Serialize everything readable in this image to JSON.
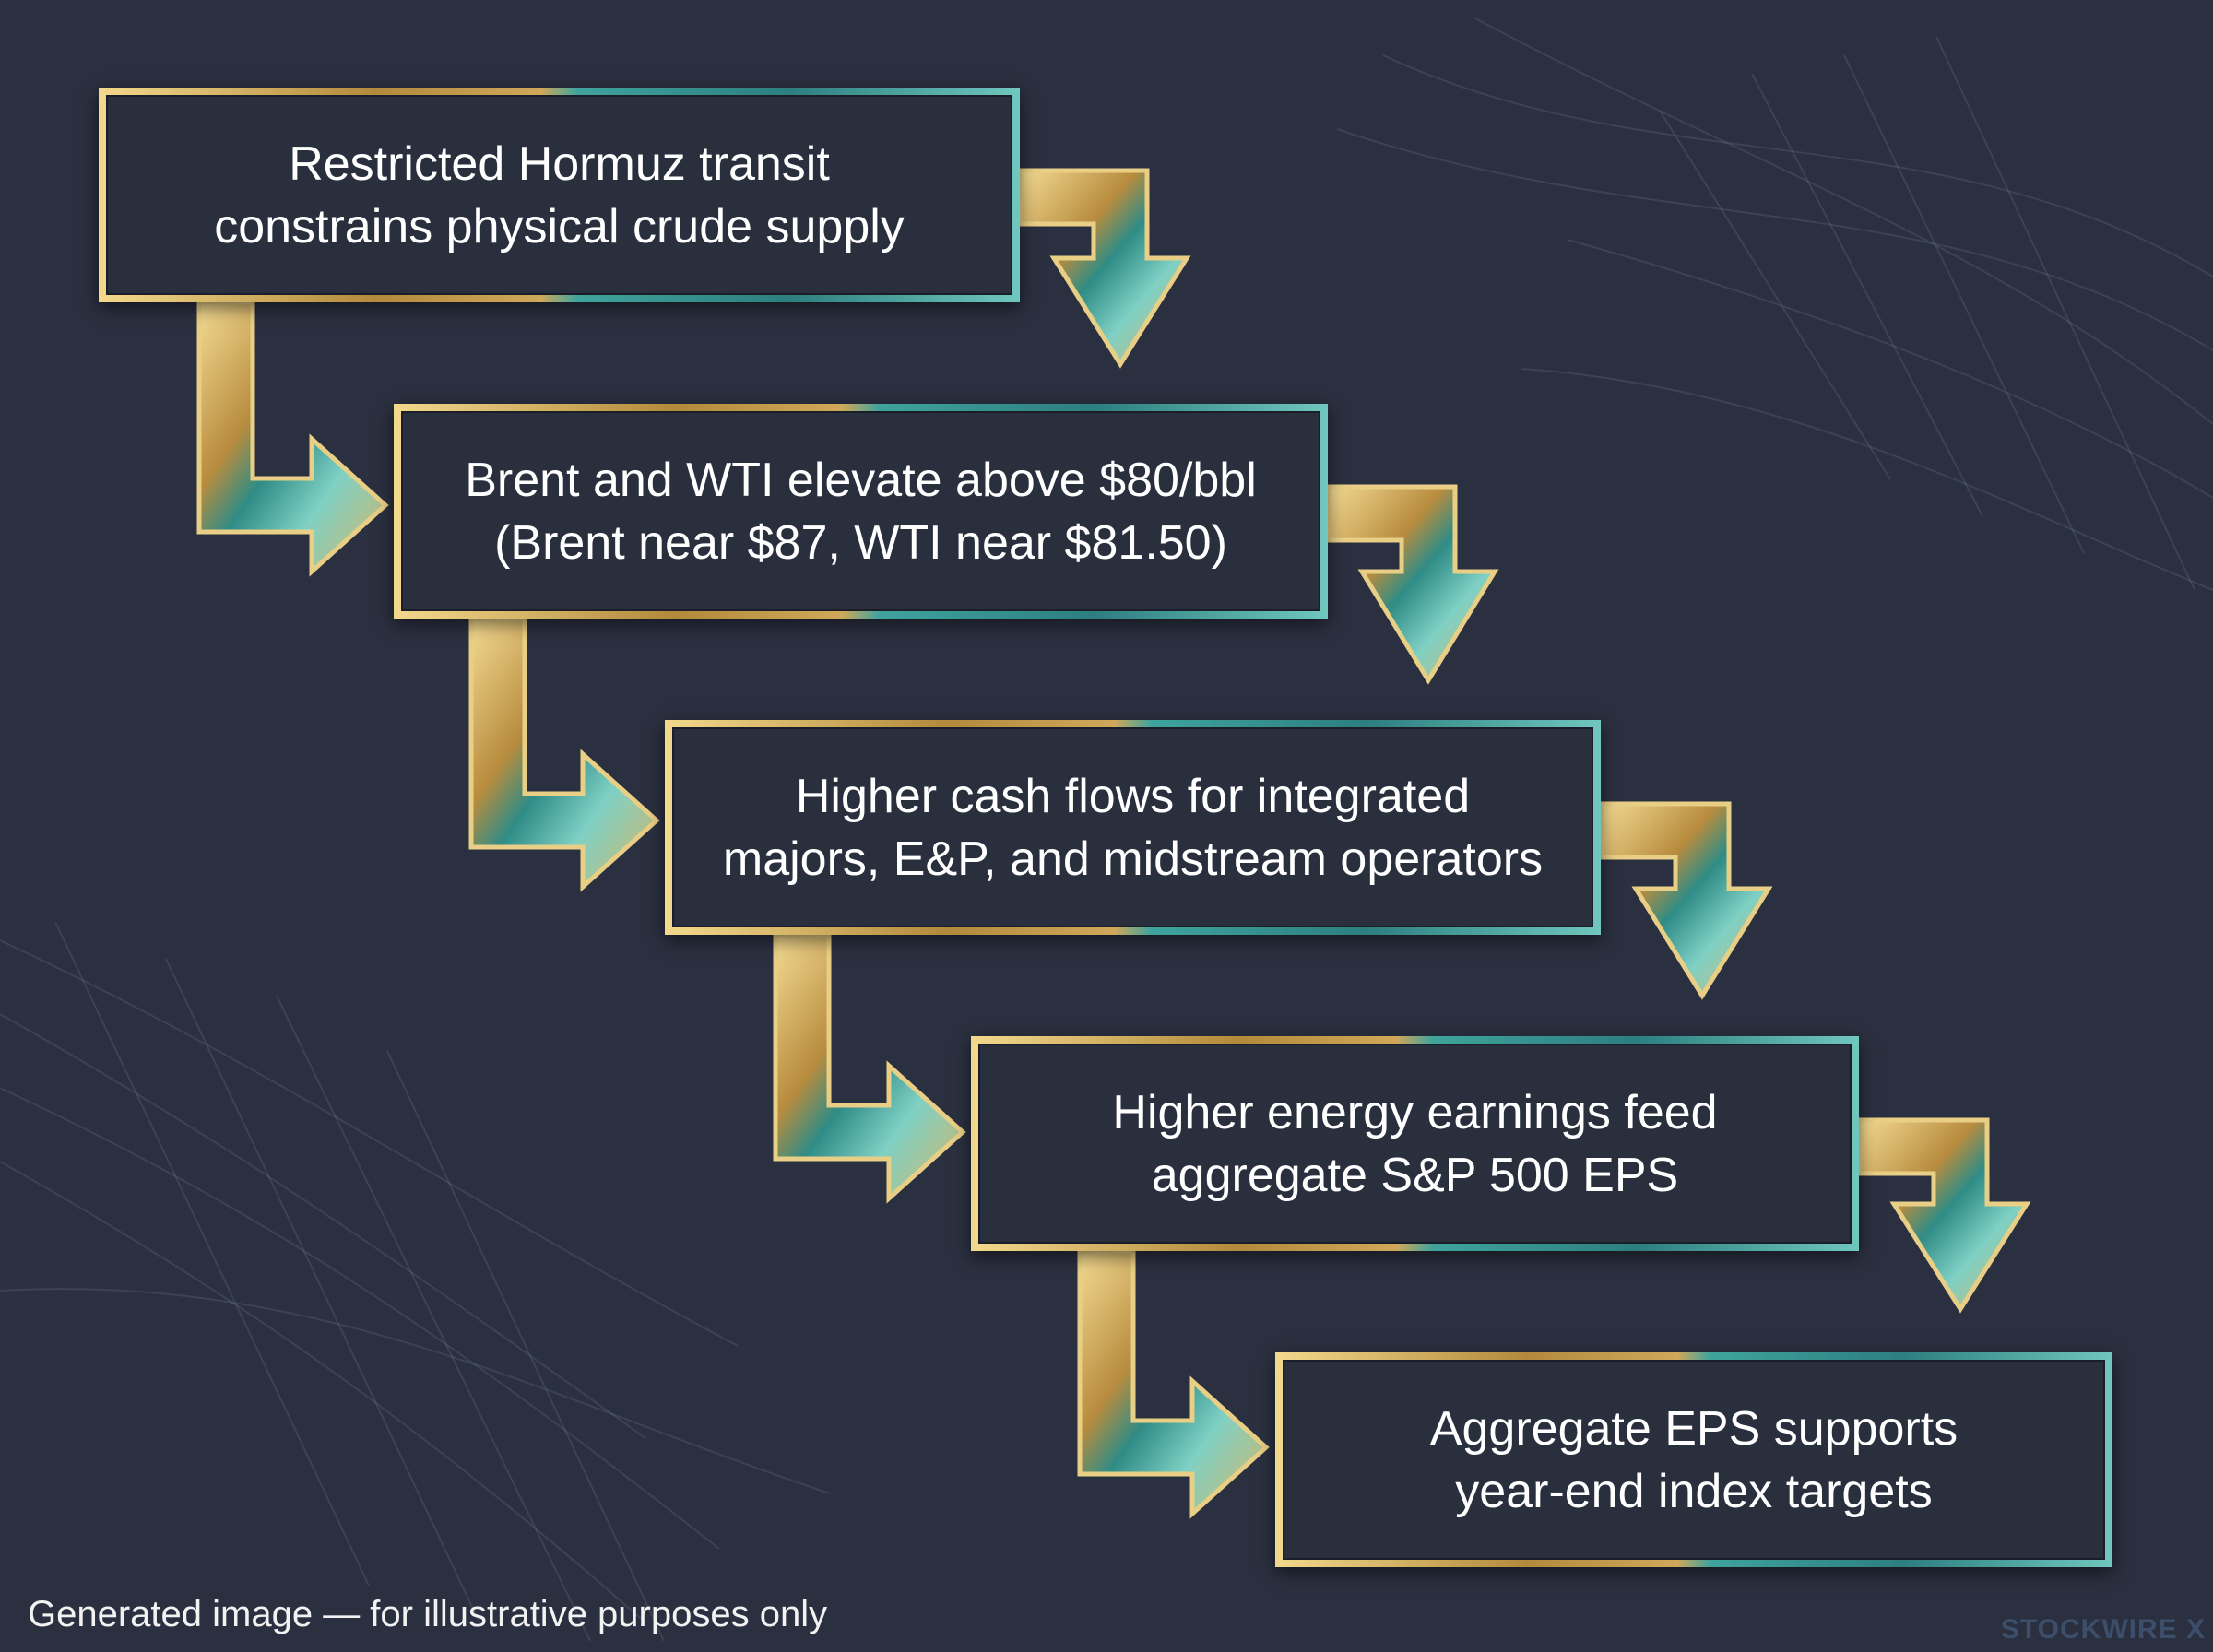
{
  "steps": [
    {
      "text": "Restricted Hormuz transit\nconstrains physical crude supply"
    },
    {
      "text": "Brent and WTI elevate above $80/bbl\n(Brent near $87, WTI near $81.50)"
    },
    {
      "text": "Higher cash flows for integrated\nmajors, E&P, and midstream operators"
    },
    {
      "text": "Higher energy earnings feed\naggregate S&P 500 EPS"
    },
    {
      "text": "Aggregate EPS supports\nyear-end index targets"
    }
  ],
  "footer": {
    "disclaimer": "Generated image — for illustrative purposes only",
    "brand": "STOCKWIRE X"
  },
  "colors": {
    "background": "#2b3040",
    "gold": "#d8b866",
    "teal": "#2f8c86",
    "text": "#ffffff"
  }
}
